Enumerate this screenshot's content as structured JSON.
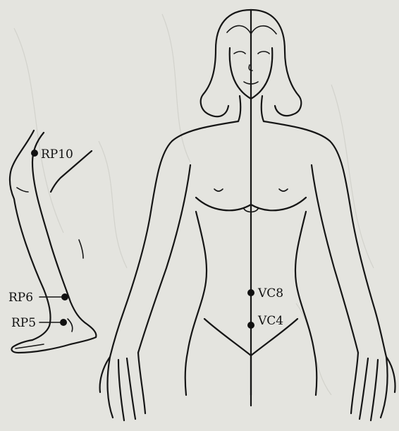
{
  "figure": {
    "leg_points": [
      {
        "id": "rp10",
        "label": "RP10"
      },
      {
        "id": "rp6",
        "label": "RP6"
      },
      {
        "id": "rp5",
        "label": "RP5"
      }
    ],
    "body_points": [
      {
        "id": "vc8",
        "label": "VC8"
      },
      {
        "id": "vc4",
        "label": "VC4"
      }
    ]
  }
}
